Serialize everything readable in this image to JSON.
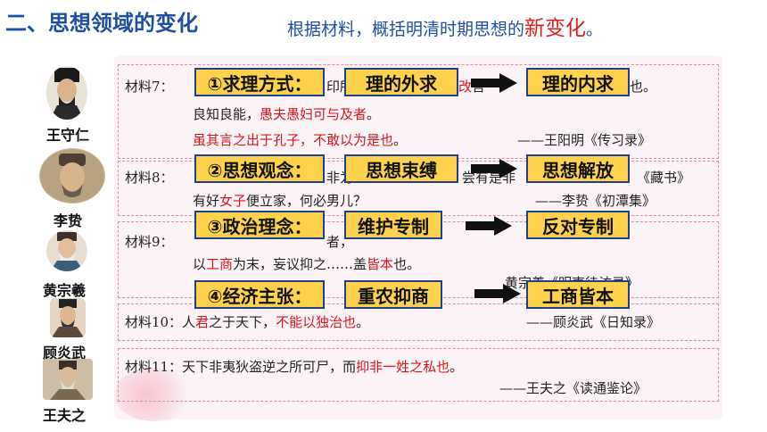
{
  "header": {
    "title": "二、思想领域的变化",
    "subtitle_prefix": "根据材料，概括明清时期思想的",
    "subtitle_highlight": "新变化",
    "subtitle_suffix": "。"
  },
  "thinkers": [
    {
      "name": "王守仁",
      "icon": "portrait-icon"
    },
    {
      "name": "李贽",
      "icon": "portrait-icon"
    },
    {
      "name": "黄宗羲",
      "icon": "portrait-icon"
    },
    {
      "name": "顾炎武",
      "icon": "portrait-icon"
    },
    {
      "name": "王夫之",
      "icon": "portrait-icon"
    }
  ],
  "materials": {
    "m7": {
      "label": "材料7：",
      "l1_visible_a": "…",
      "l1_visible_b": "印所…",
      "l1_red": "改",
      "l1_tail_a": "言",
      "l1_tail_b": "也。",
      "l2a": "良知良能，",
      "l2_red": "愚夫愚妇可与及者",
      "l2b": "。",
      "l3_red": "虽其言之出于孔子，不敢以为是也",
      "l3b": "。",
      "source": "——王阳明《传习录》"
    },
    "m8": {
      "label": "材料8：",
      "l1_visible": "非为",
      "l1_tail": "尝有是非",
      "source_a": "《藏书》",
      "l2a": "有好",
      "l2_red": "女子",
      "l2b": "便立家，何必男儿？",
      "source_b": "——李贽《初潭集》"
    },
    "m9": {
      "label": "材料9：",
      "l1_visible": "者，",
      "l2a": "以",
      "l2_red1": "工商",
      "l2b": "为末，妄议抑之……盖",
      "l2_red2": "皆本",
      "l2c": "也。",
      "source": "黄宗羲《明夷待访录》"
    },
    "m10": {
      "label": "材料10：",
      "l1a": "人",
      "l1_red1": "君",
      "l1b": "之于天下，",
      "l1_red2": "不能以独治也",
      "l1c": "。",
      "source": "——顾炎武《日知录》"
    },
    "m11": {
      "label": "材料11：",
      "l1a": "天下非夷狄盗逆之所可尸，而",
      "l1_red": "抑非一姓之私也",
      "l1b": "。",
      "source": "——王夫之《读通鉴论》"
    }
  },
  "callouts": [
    {
      "key": "①求理方式：",
      "from": "理的外求",
      "to": "理的内求"
    },
    {
      "key": "②思想观念：",
      "from": "思想束缚",
      "to": "思想解放"
    },
    {
      "key": "③政治理念：",
      "from": "维护专制",
      "to": "反对专制"
    },
    {
      "key": "④经济主张：",
      "from": "重农抑商",
      "to": "工商皆本"
    }
  ],
  "colors": {
    "heading": "#1f4fa3",
    "highlight": "#e02020",
    "tag_fill": "#ffd24d",
    "tag_border": "#1d3f8f",
    "quote_red": "#d8161f"
  }
}
